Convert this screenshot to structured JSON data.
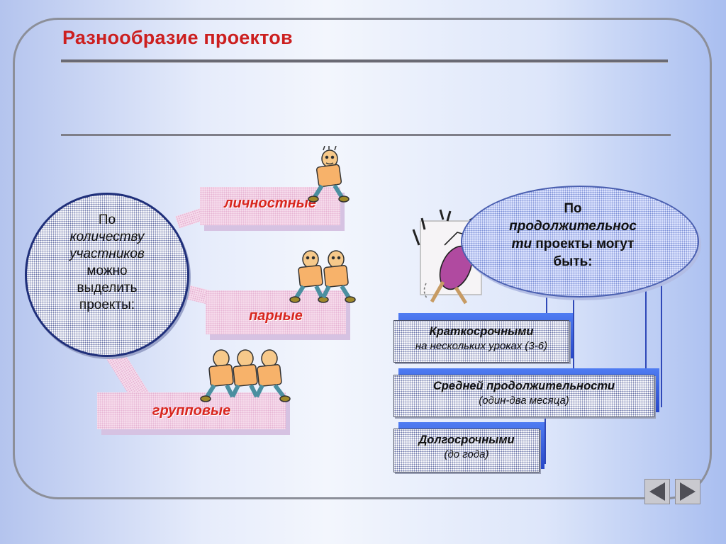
{
  "slide": {
    "title": "Разнообразие проектов"
  },
  "participants": {
    "circle_line1": "По",
    "circle_line2": "количеству",
    "circle_line3": "участников",
    "circle_line4": "можно",
    "circle_line5": "выделить",
    "circle_line6": "проекты:",
    "labels": [
      "личностные",
      "парные",
      "групповые"
    ]
  },
  "duration": {
    "ellipse_line1": "По",
    "ellipse_line2": "продолжительнос",
    "ellipse_line3_italic": "ти",
    "ellipse_line3_rest": " проекты могут",
    "ellipse_line4": "быть:",
    "items": [
      {
        "title": "Краткосрочными",
        "subtitle": "на нескольких уроках (3-6)"
      },
      {
        "title": "Средней продолжительности",
        "subtitle": "(один-два  месяца)"
      },
      {
        "title": "Долгосрочными",
        "subtitle": "(до года)"
      }
    ]
  },
  "navigation": {
    "prev_icon": "triangle-left-icon",
    "next_icon": "triangle-right-icon"
  },
  "colors": {
    "title": "#cc1f1f",
    "label": "#d8261e",
    "blue_bar": "#2f48b8"
  }
}
